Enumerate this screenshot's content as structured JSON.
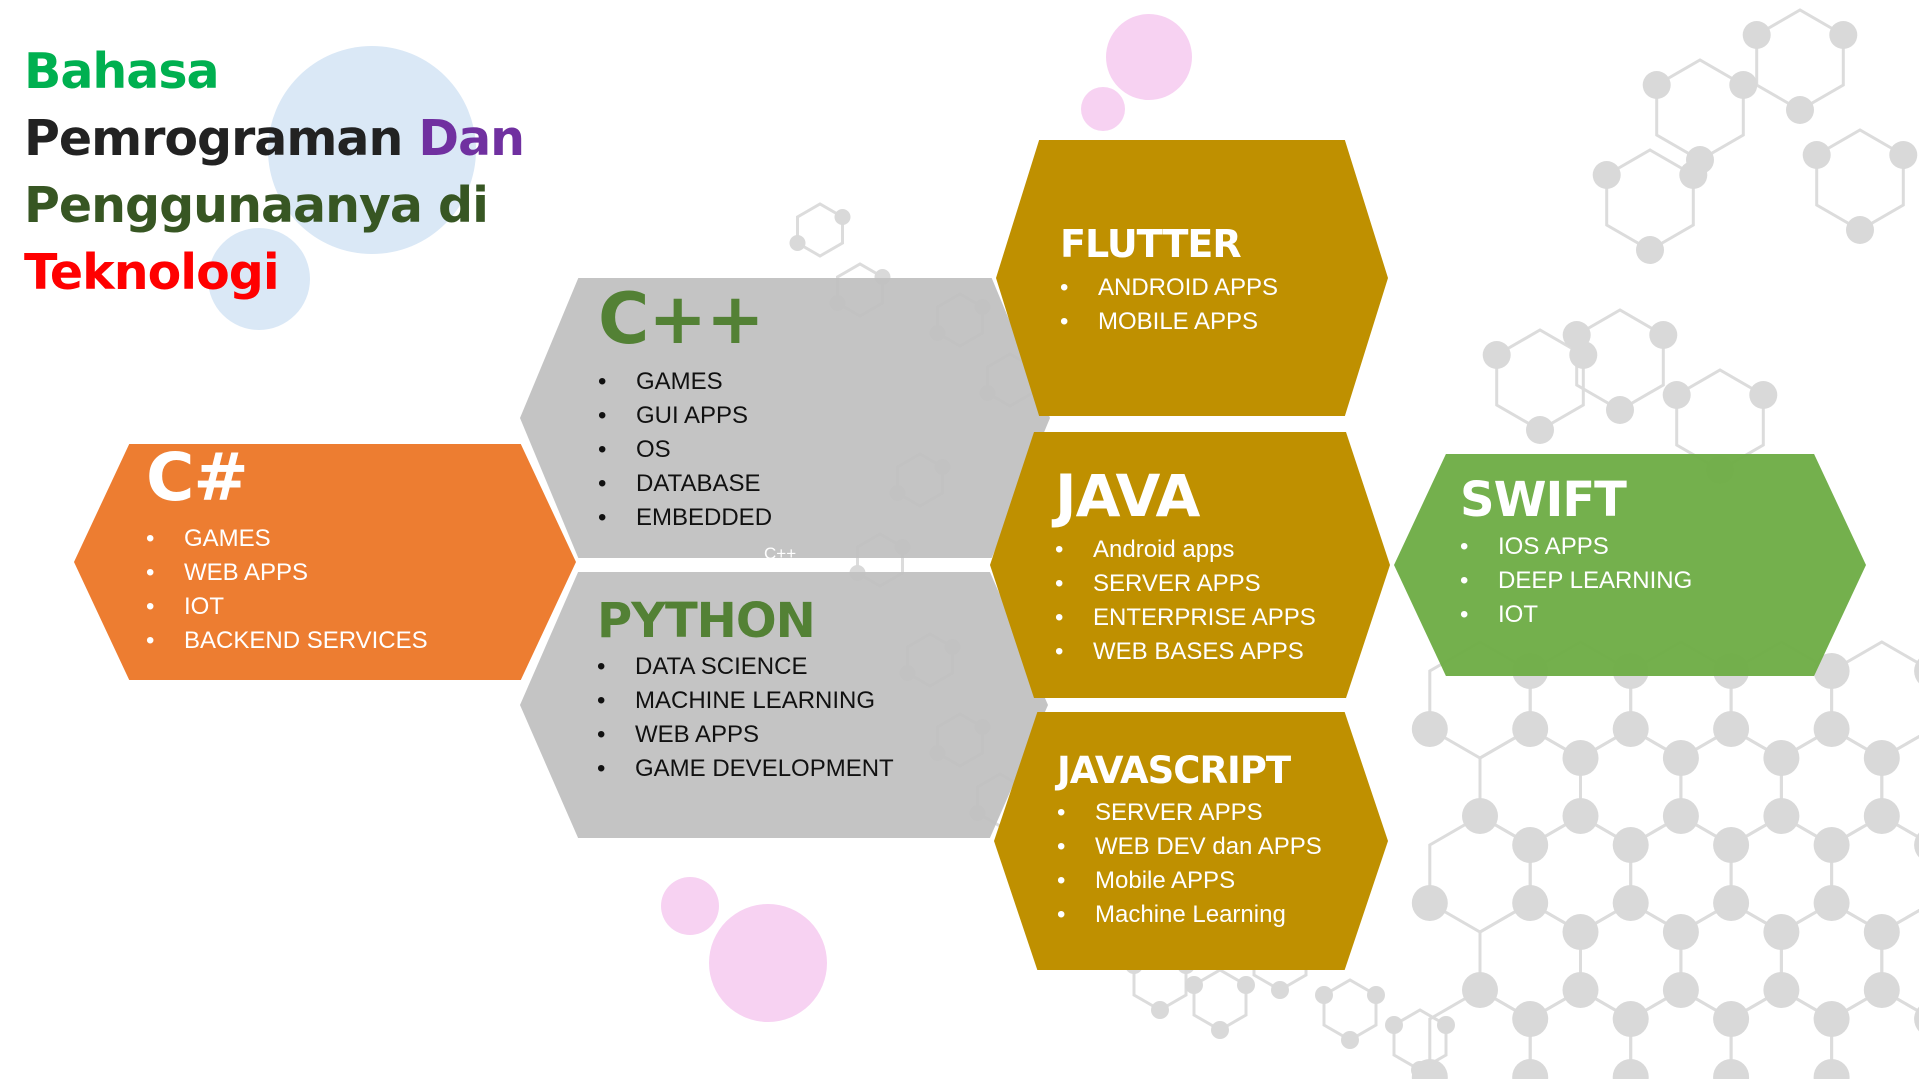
{
  "title": {
    "word1": "Bahasa",
    "word2": "Pemrograman",
    "word3": "Dan",
    "word4": "Penggunaanya di",
    "word5": "Teknologi",
    "colors": {
      "word1": "#00b050",
      "word2": "#222222",
      "word3": "#7030a0",
      "word4": "#375623",
      "word5": "#ff0000"
    }
  },
  "hexagons": {
    "csharp": {
      "title": "C#",
      "items": [
        "GAMES",
        "WEB APPS",
        "IOT",
        "BACKEND SERVICES"
      ],
      "color": "#ed7d31"
    },
    "cpp": {
      "title": "C++",
      "items": [
        "GAMES",
        "GUI APPS",
        "OS",
        "DATABASE",
        "EMBEDDED"
      ],
      "color": "#bfbfbf",
      "title_color": "#538135",
      "stray_label": "C++"
    },
    "python": {
      "title": "PYTHON",
      "items": [
        "DATA SCIENCE",
        "MACHINE LEARNING",
        "WEB APPS",
        "GAME DEVELOPMENT"
      ],
      "color": "#bfbfbf",
      "title_color": "#538135"
    },
    "flutter": {
      "title": "FLUTTER",
      "items": [
        "ANDROID APPS",
        "MOBILE APPS"
      ],
      "color": "#bf9000"
    },
    "java": {
      "title": "JAVA",
      "items": [
        "Android apps",
        "SERVER APPS",
        "ENTERPRISE APPS",
        "WEB BASES APPS"
      ],
      "color": "#bf9000"
    },
    "javascript": {
      "title": "JAVASCRIPT",
      "items": [
        "SERVER APPS",
        "WEB DEV dan APPS",
        "Mobile APPS",
        "Machine Learning"
      ],
      "color": "#bf9000"
    },
    "swift": {
      "title": "SWIFT",
      "items": [
        "IOS APPS",
        "DEEP LEARNING",
        "IOT"
      ],
      "color": "#70ad47"
    }
  },
  "decor": {
    "circle_blue": "#dae8f6",
    "circle_pink": "#f7d2f2",
    "molecule_gray": "#d4d4d4"
  }
}
